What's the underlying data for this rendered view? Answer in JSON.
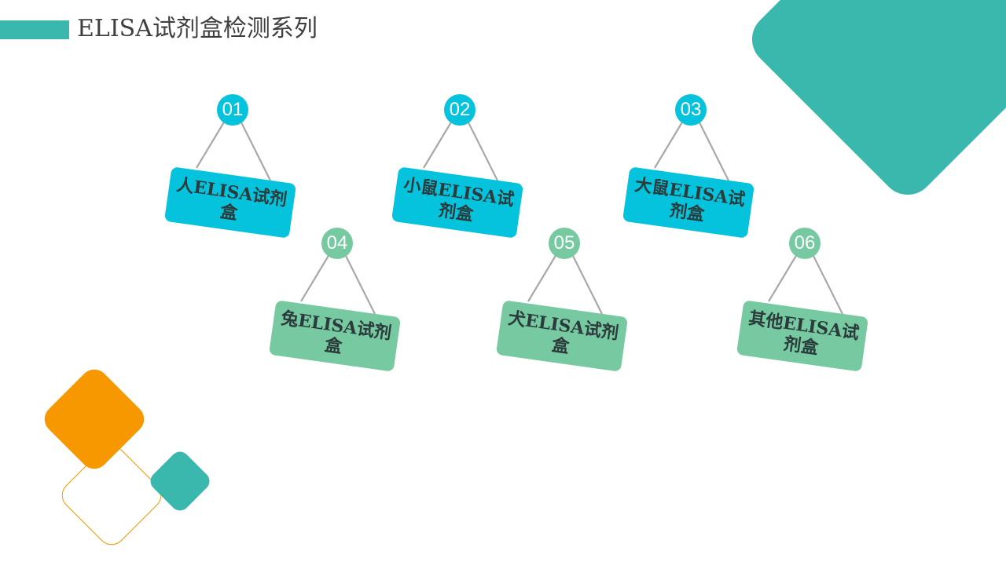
{
  "slide": {
    "title": "ELISA试剂盒检测系列"
  },
  "colors": {
    "accent_teal": "#3bb8ad",
    "accent_orange": "#f79800",
    "blue_tag": "#05c3dc",
    "green_tag": "#76c9a1",
    "string_gray": "#a8a8a8"
  },
  "tags": [
    {
      "number": "01",
      "label": "人ELISA试剂盒",
      "color": "blue"
    },
    {
      "number": "02",
      "label": "小鼠ELISA试剂盒",
      "color": "blue"
    },
    {
      "number": "03",
      "label": "大鼠ELISA试剂盒",
      "color": "blue"
    },
    {
      "number": "04",
      "label": "兔ELISA试剂盒",
      "color": "green"
    },
    {
      "number": "05",
      "label": "犬ELISA试剂盒",
      "color": "green"
    },
    {
      "number": "06",
      "label": "其他ELISA试剂盒",
      "color": "green"
    }
  ],
  "decorations": [
    "teal-diamond-large",
    "orange-diamond",
    "orange-outline-diamond",
    "teal-diamond-small"
  ]
}
